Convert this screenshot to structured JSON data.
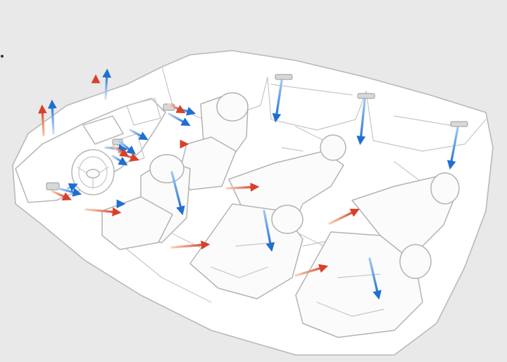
{
  "diagram": {
    "colors": {
      "background": "#e9e9e9",
      "outline": "#b9b9b9",
      "cool_air": "#1f6fd1",
      "warm_air": "#d9402b"
    },
    "airflow": {
      "cool_arrows": 17,
      "warm_arrows": 12,
      "roof_vents": 3
    },
    "icons": [
      "cool-air-arrow",
      "warm-air-arrow",
      "roof-vent-icon",
      "dashboard-vent-icon"
    ]
  }
}
